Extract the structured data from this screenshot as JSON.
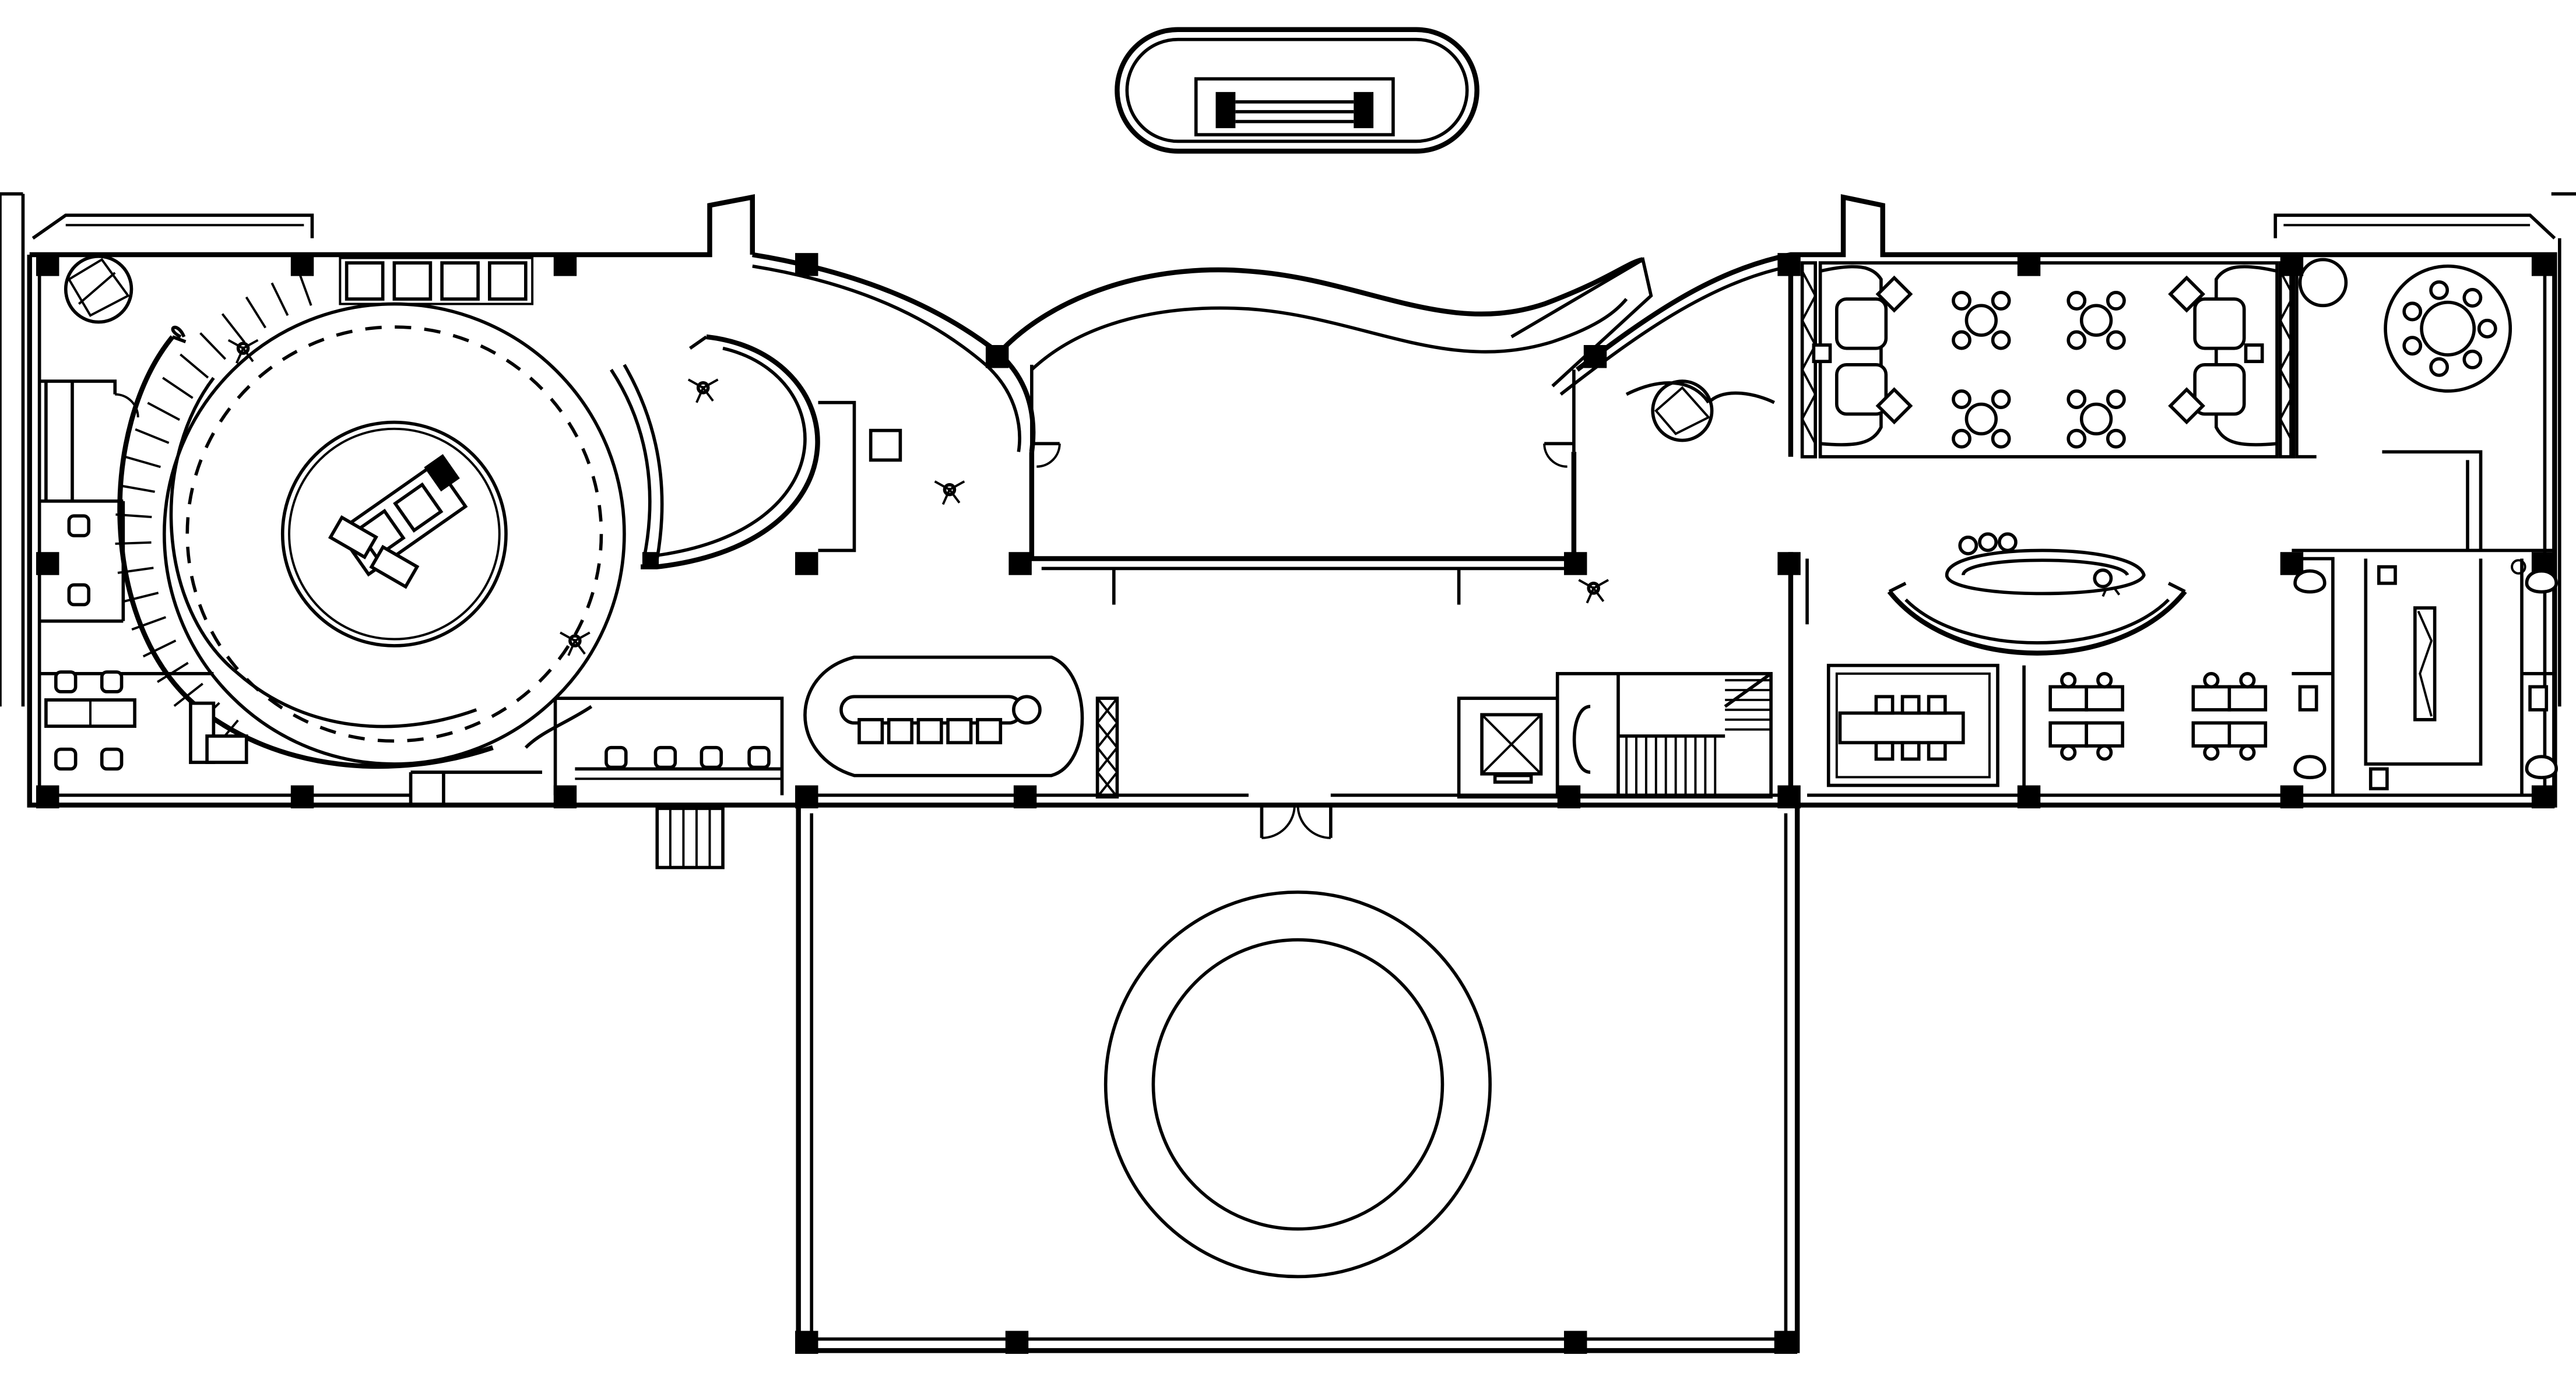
{
  "diagram": {
    "type": "architectural-floor-plan",
    "background": "#ffffff",
    "line_color": "#000000",
    "rooms": [
      "rotunda-showroom",
      "spiral-staircase",
      "curved-meeting-room",
      "central-lobby",
      "reception-bar",
      "dining-lounge",
      "vip-round-room",
      "curved-reception-desk",
      "conference-room",
      "office-workstations",
      "restrooms",
      "stair-and-lift-core",
      "front-plaza"
    ]
  }
}
